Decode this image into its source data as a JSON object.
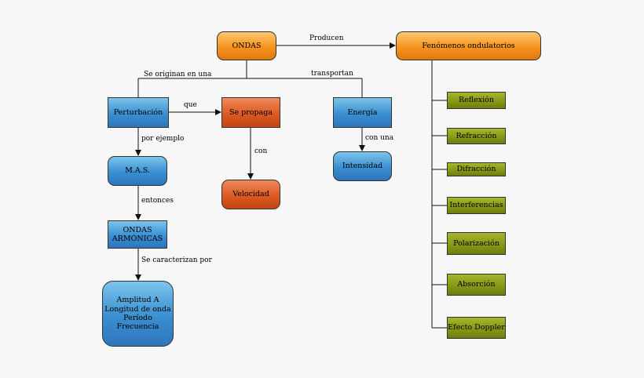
{
  "nodes": {
    "ondas": "ONDAS",
    "fenomenos": "Fenómenos ondulatorios",
    "perturbacion": "Perturbación",
    "se_propaga": "Se propaga",
    "energia": "Energía",
    "mas": "M.A.S.",
    "velocidad": "Velocidad",
    "intensidad": "Intensidad",
    "ondas_armonicas": "ONDAS\nARMÓNICAS",
    "amplitud": "Amplitud A\nLongitud de onda\nPeríodo\nFrecuencia"
  },
  "phenomena": [
    "Reflexión",
    "Refracción",
    "Difracción",
    "Interferencias",
    "Polarización",
    "Absorción",
    "Efecto Doppler"
  ],
  "links": {
    "producen": "Producen",
    "se_originan": "Se originan en una",
    "transportan": "transportan",
    "que": "que",
    "por_ejemplo": "por ejemplo",
    "con": "con",
    "con_una": "con una",
    "entonces": "entonces",
    "se_caracterizan": "Se caracterizan por"
  },
  "colors": {
    "orange": "#f7931e",
    "blue": "#3a8fd0",
    "red": "#dc5a22",
    "olive": "#889817",
    "line": "#111111"
  }
}
